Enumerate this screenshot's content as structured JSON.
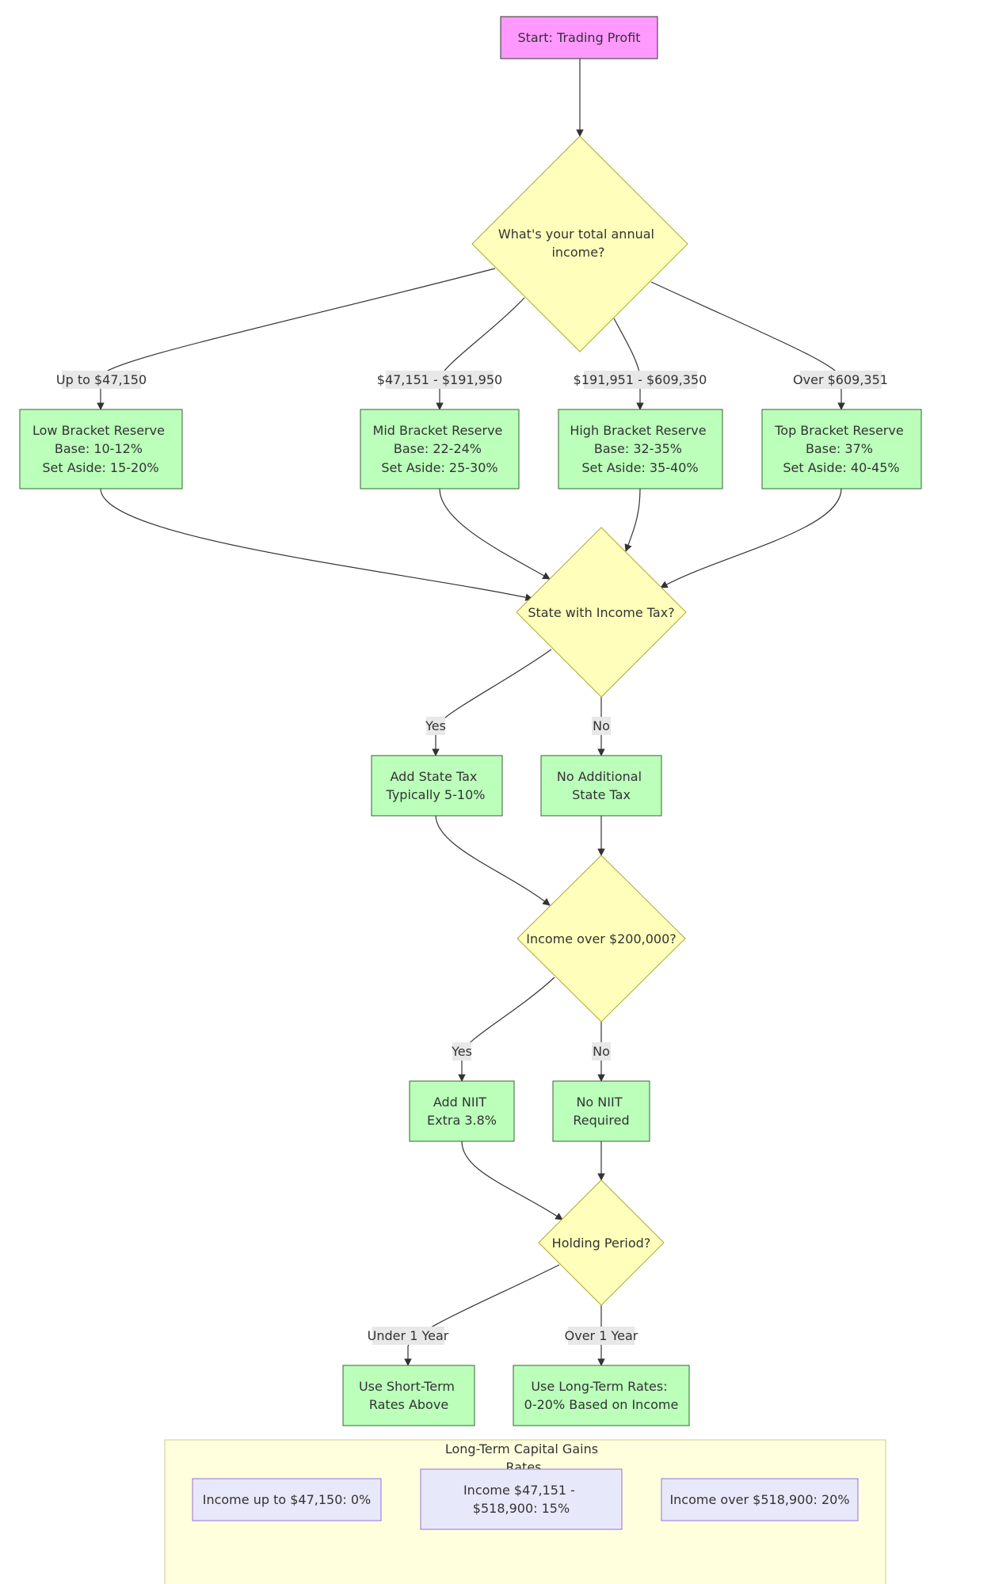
{
  "colors": {
    "start_fill": "#ff99ff",
    "decision_fill": "#ffffbb",
    "process_fill": "#bbffbb",
    "process_stroke": "#336633",
    "cluster_fill": "#ffffdd",
    "cluster_stroke": "#cccc88",
    "rate_fill": "#e8e8fb",
    "rate_stroke": "#9370db",
    "edge_stroke": "#333333",
    "label_bg": "#e8e8e8"
  },
  "nodes": {
    "start": {
      "lines": [
        "Start: Trading Profit"
      ]
    },
    "income_question": {
      "lines": [
        "What's your total annual",
        "income?"
      ]
    },
    "low_bracket": {
      "lines": [
        "Low Bracket Reserve",
        "Base: 10-12%",
        "Set Aside: 15-20%"
      ]
    },
    "mid_bracket": {
      "lines": [
        "Mid Bracket Reserve",
        "Base: 22-24%",
        "Set Aside: 25-30%"
      ]
    },
    "high_bracket": {
      "lines": [
        "High Bracket Reserve",
        "Base: 32-35%",
        "Set Aside: 35-40%"
      ]
    },
    "top_bracket": {
      "lines": [
        "Top Bracket Reserve",
        "Base: 37%",
        "Set Aside: 40-45%"
      ]
    },
    "state_question": {
      "lines": [
        "State with Income Tax?"
      ]
    },
    "add_state_tax": {
      "lines": [
        "Add State Tax",
        "Typically 5-10%"
      ]
    },
    "no_state_tax": {
      "lines": [
        "No Additional",
        "State Tax"
      ]
    },
    "niit_question": {
      "lines": [
        "Income over $200,000?"
      ]
    },
    "add_niit": {
      "lines": [
        "Add NIIT",
        "Extra 3.8%"
      ]
    },
    "no_niit": {
      "lines": [
        "No NIIT",
        "Required"
      ]
    },
    "holding_question": {
      "lines": [
        "Holding Period?"
      ]
    },
    "short_term": {
      "lines": [
        "Use Short-Term",
        "Rates Above"
      ]
    },
    "long_term": {
      "lines": [
        "Use Long-Term Rates:",
        "0-20% Based on Income"
      ]
    }
  },
  "edge_labels": {
    "up_to_47150": "Up to $47,150",
    "range_47151_191950": "$47,151 - $191,950",
    "range_191951_609350": "$191,951 - $609,350",
    "over_609351": "Over $609,351",
    "state_yes": "Yes",
    "state_no": "No",
    "niit_yes": "Yes",
    "niit_no": "No",
    "under_1_year": "Under 1 Year",
    "over_1_year": "Over 1 Year"
  },
  "cluster": {
    "title_lines": [
      "Long-Term Capital Gains",
      "Rates"
    ],
    "rates": [
      {
        "lines": [
          "Income up to $47,150: 0%"
        ]
      },
      {
        "lines": [
          "Income $47,151 -",
          "$518,900: 15%"
        ]
      },
      {
        "lines": [
          "Income over $518,900: 20%"
        ]
      }
    ]
  }
}
